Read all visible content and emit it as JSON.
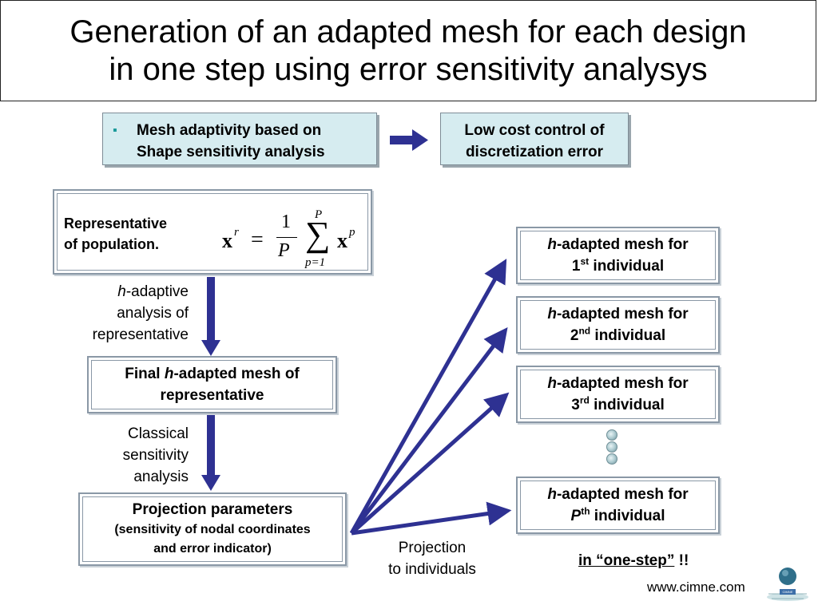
{
  "title": {
    "line1": "Generation of an adapted mesh for each design",
    "line2": "in one step using error sensitivity analysys"
  },
  "top_boxes": {
    "bullet": "▪",
    "mesh_adaptivity_line1": "Mesh adaptivity based on",
    "mesh_adaptivity_line2": "Shape sensitivity analysis",
    "low_cost_line1": "Low cost control of",
    "low_cost_line2": "discretization error"
  },
  "representative": {
    "label_line1": "Representative",
    "label_line2": "of population.",
    "formula_lhs_x": "x",
    "formula_lhs_sup": "r",
    "formula_eq": "=",
    "formula_num": "1",
    "formula_den": "P",
    "formula_sum_top": "P",
    "formula_sum_bottom": "p=1",
    "formula_rhs_x": "x",
    "formula_rhs_sup": "p"
  },
  "labels": {
    "h_adaptive_h": "h",
    "h_adaptive_rest": "-adaptive",
    "h_adaptive_line2": "analysis of",
    "h_adaptive_line3": "representative",
    "classical_line1": "Classical",
    "classical_line2": "sensitivity",
    "classical_line3": "analysis",
    "projection_line1": "Projection",
    "projection_line2": "to individuals"
  },
  "final_mesh": {
    "line1_pre": "Final ",
    "line1_h": "h",
    "line1_post": "-adapted mesh of",
    "line2": "representative"
  },
  "projection_params": {
    "line1": "Projection parameters",
    "line2": "(sensitivity of nodal coordinates",
    "line3": "and error indicator)"
  },
  "mesh_items": [
    {
      "h": "h",
      "text": "-adapted mesh for",
      "num": "1",
      "sup": "st",
      "suffix": " individual",
      "num_italic": false
    },
    {
      "h": "h",
      "text": "-adapted mesh for",
      "num": "2",
      "sup": "nd",
      "suffix": " individual",
      "num_italic": false
    },
    {
      "h": "h",
      "text": "-adapted mesh for",
      "num": "3",
      "sup": "rd",
      "suffix": " individual",
      "num_italic": false
    },
    {
      "h": "h",
      "text": "-adapted mesh for",
      "num": "P",
      "sup": "th",
      "suffix": " individual",
      "num_italic": true
    }
  ],
  "one_step": {
    "underlined": "in “one-step”",
    "exclaim": " !!"
  },
  "footer": {
    "url": "www.cimne.com",
    "logo_text": "CIMNE"
  },
  "colors": {
    "arrow": "#2e3192",
    "teal_box": "#d6ecf0",
    "box_border": "#8a98a6"
  }
}
